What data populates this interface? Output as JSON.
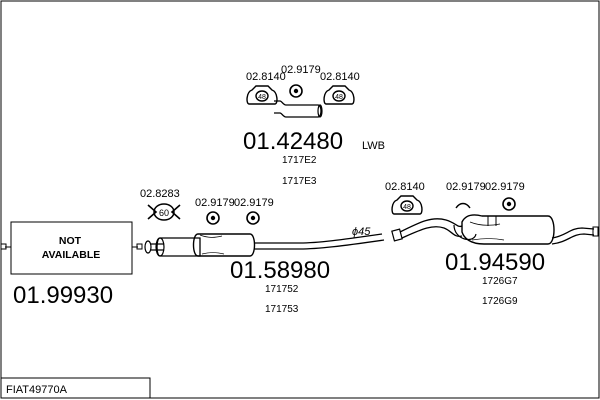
{
  "diagram_id": "FIAT49770A",
  "not_available": {
    "line1": "NOT",
    "line2": "AVAILABLE",
    "part_number": "01.99930"
  },
  "front_section": {
    "part_number": "01.58980",
    "alt_numbers": [
      "171752",
      "171753"
    ],
    "clamp_code": "02.8283",
    "clamp_badge": "60",
    "hanger_codes": [
      "02.9179",
      "02.9179"
    ]
  },
  "pipe_note": "ϕ45",
  "mid_section": {
    "part_number": "01.42480",
    "suffix": "LWB",
    "alt_numbers": [
      "1717E2",
      "1717E3"
    ],
    "gasket_codes": [
      "02.8140",
      "02.8140"
    ],
    "gasket_badge": "48",
    "hanger_code": "02.9179"
  },
  "rear_section": {
    "part_number": "01.94590",
    "alt_numbers": [
      "1726G7",
      "1726G9"
    ],
    "gasket_code": "02.8140",
    "gasket_badge": "48",
    "hanger_codes": [
      "02.9179",
      "02.9179"
    ]
  }
}
